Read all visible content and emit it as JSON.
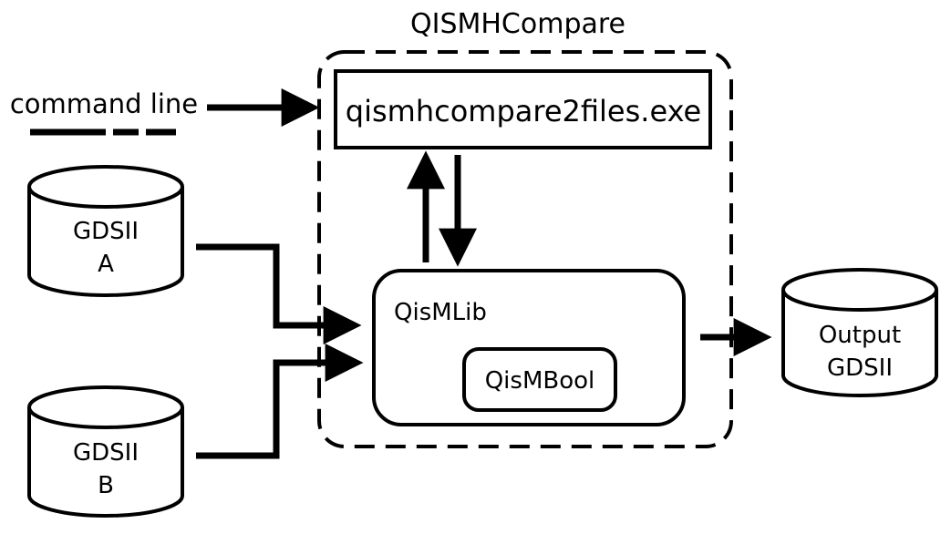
{
  "title": "QISMHCompare",
  "command_line": {
    "label": "command line"
  },
  "exe_box": {
    "label": "qismhcompare2files.exe"
  },
  "gds_a": {
    "line1": "GDSII",
    "line2": "A"
  },
  "gds_b": {
    "line1": "GDSII",
    "line2": "B"
  },
  "qismlib": {
    "label": "QisMLib"
  },
  "qismbool": {
    "label": "QisMBool"
  },
  "output": {
    "line1": "Output",
    "line2": "GDSII"
  }
}
